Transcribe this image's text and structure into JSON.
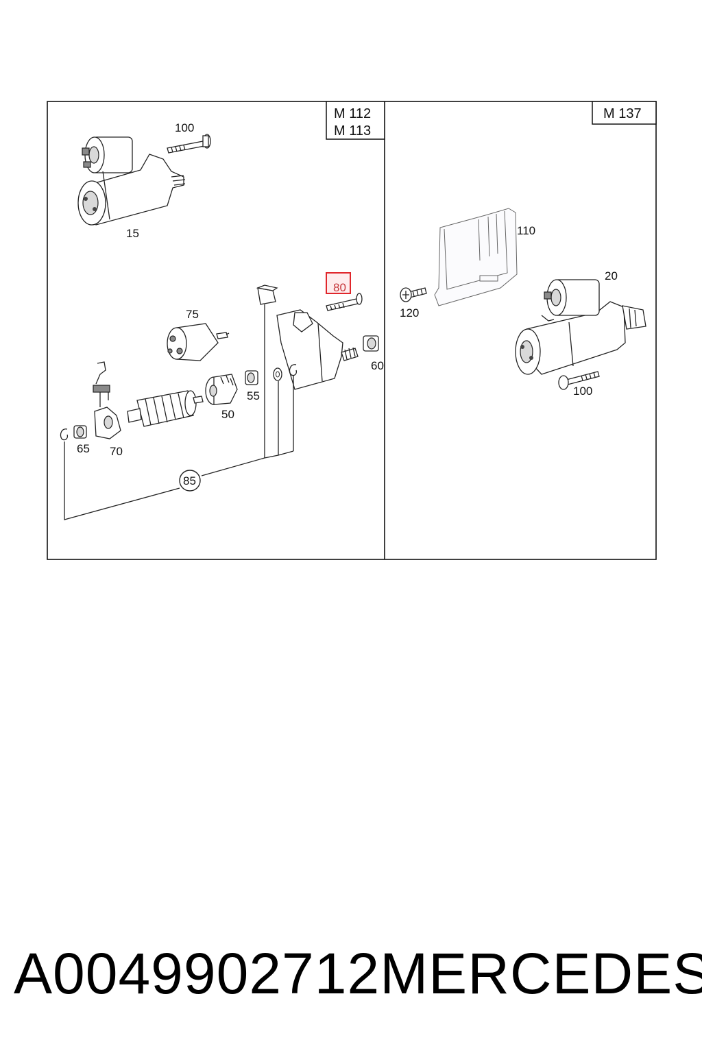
{
  "diagram": {
    "left_panel": {
      "models": [
        "M 112",
        "M 113"
      ],
      "callouts": {
        "c100": "100",
        "c15": "15",
        "c75": "75",
        "c80": "80",
        "c60": "60",
        "c55": "55",
        "c50": "50",
        "c65": "65",
        "c70": "70",
        "c85": "85"
      }
    },
    "right_panel": {
      "model": "M 137",
      "callouts": {
        "c110": "110",
        "c20": "20",
        "c120": "120",
        "c100": "100"
      }
    },
    "highlight_color": "#e0262b"
  },
  "caption": {
    "part_number": "A0049902712",
    "brand": "MERCEDES"
  }
}
